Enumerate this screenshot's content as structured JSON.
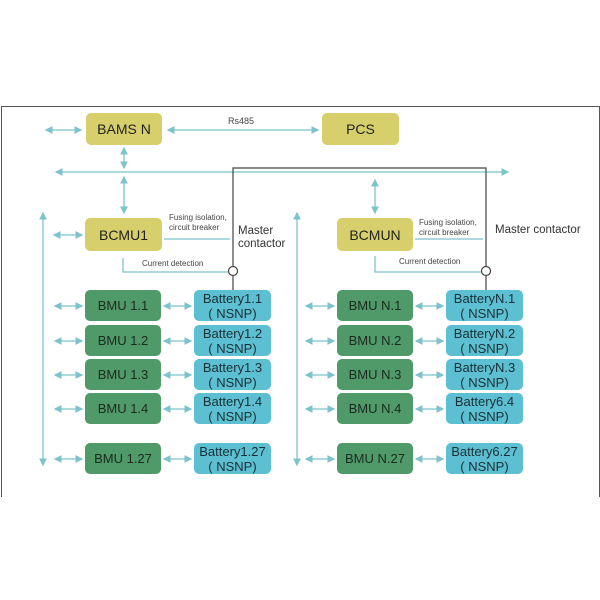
{
  "top": {
    "bams": "BAMS N",
    "pcs": "PCS",
    "link_label": "Rs485"
  },
  "clusters": [
    {
      "controller": "BCMU1",
      "fusing_line1": "Fusing isolation,",
      "fusing_line2": "circuit breaker",
      "contactor_line1": "Master",
      "contactor_line2": "contactor",
      "current_detection": "Current detection",
      "rows": [
        {
          "bmu": "BMU 1.1",
          "battery": "Battery1.1",
          "battery_sub": "( NSNP)"
        },
        {
          "bmu": "BMU 1.2",
          "battery": "Battery1.2",
          "battery_sub": "( NSNP)"
        },
        {
          "bmu": "BMU 1.3",
          "battery": "Battery1.3",
          "battery_sub": "( NSNP)"
        },
        {
          "bmu": "BMU 1.4",
          "battery": "Battery1.4",
          "battery_sub": "( NSNP)"
        },
        {
          "bmu": "BMU 1.27",
          "battery": "Battery1.27",
          "battery_sub": "( NSNP)"
        }
      ]
    },
    {
      "controller": "BCMUN",
      "fusing_line1": "Fusing isolation,",
      "fusing_line2": "circuit breaker",
      "contactor_line1": "Master contactor",
      "contactor_line2": "",
      "current_detection": "Current detection",
      "rows": [
        {
          "bmu": "BMU N.1",
          "battery": "BatteryN.1",
          "battery_sub": "( NSNP)"
        },
        {
          "bmu": "BMU N.2",
          "battery": "BatteryN.2",
          "battery_sub": "( NSNP)"
        },
        {
          "bmu": "BMU N.3",
          "battery": "BatteryN.3",
          "battery_sub": "( NSNP)"
        },
        {
          "bmu": "BMU N.4",
          "battery": "Battery6.4",
          "battery_sub": "( NSNP)"
        },
        {
          "bmu": "BMU N.27",
          "battery": "Battery6.27",
          "battery_sub": "( NSNP)"
        }
      ]
    }
  ],
  "colors": {
    "controller": "#d7cf6c",
    "bmu": "#4f9a68",
    "battery": "#5cc0d2",
    "link": "#7cc3cc",
    "power": "#444444"
  }
}
